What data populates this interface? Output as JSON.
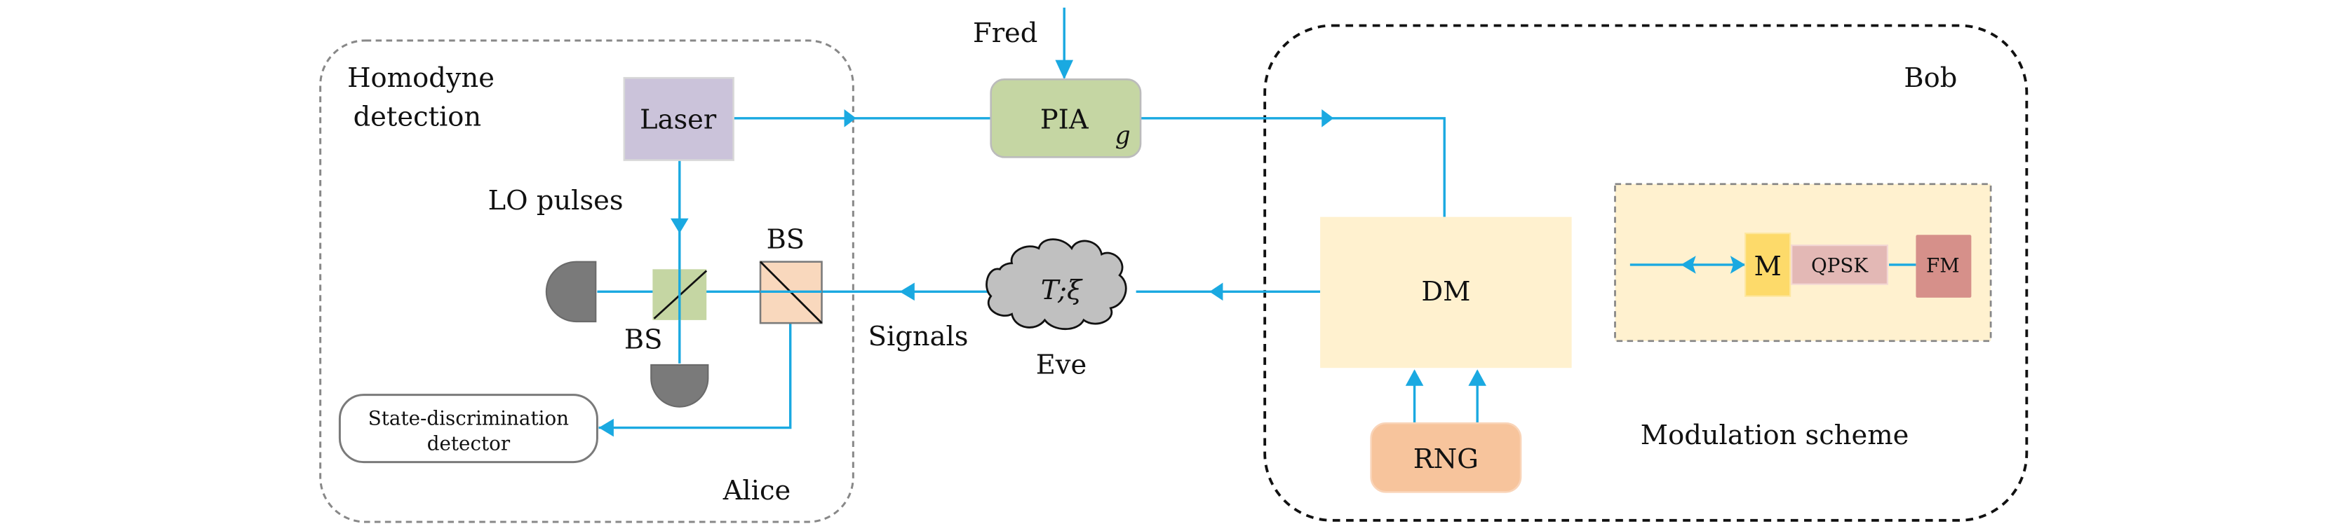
{
  "diagram": {
    "regions": {
      "alice": {
        "label": "Alice",
        "sublabel_line1": "Homodyne",
        "sublabel_line2": "detection"
      },
      "bob": {
        "label": "Bob"
      },
      "modulation": {
        "label": "Modulation scheme"
      }
    },
    "components": {
      "laser": {
        "label": "Laser",
        "color": "#cbc3da"
      },
      "pia": {
        "label": "PIA",
        "param": "g",
        "color": "#c5d6a3"
      },
      "fred": {
        "label": "Fred"
      },
      "eve": {
        "label": "Eve",
        "params": "T;ξ",
        "color": "#c0c0c0"
      },
      "dm": {
        "label": "DM",
        "color": "#fff1cf"
      },
      "rng": {
        "label": "RNG",
        "color": "#f7c49c"
      },
      "bs_green": {
        "label": "BS",
        "color": "#c5d6a3"
      },
      "bs_orange": {
        "label": "BS",
        "color": "#f9d8bd"
      },
      "state_detector": {
        "line1": "State-discrimination",
        "line2": "detector"
      },
      "mod_m": {
        "label": "M",
        "color": "#fdda6a"
      },
      "mod_qpsk": {
        "label": "QPSK",
        "color": "#e3b8b5"
      },
      "mod_fm": {
        "label": "FM",
        "color": "#d6908a"
      }
    },
    "annotations": {
      "lo_pulses": "LO pulses",
      "signals": "Signals"
    },
    "colors": {
      "beam": "#1aa9e1",
      "detector": "#7a7a7a",
      "alice_border": "#888888",
      "bob_border": "#111111"
    }
  }
}
